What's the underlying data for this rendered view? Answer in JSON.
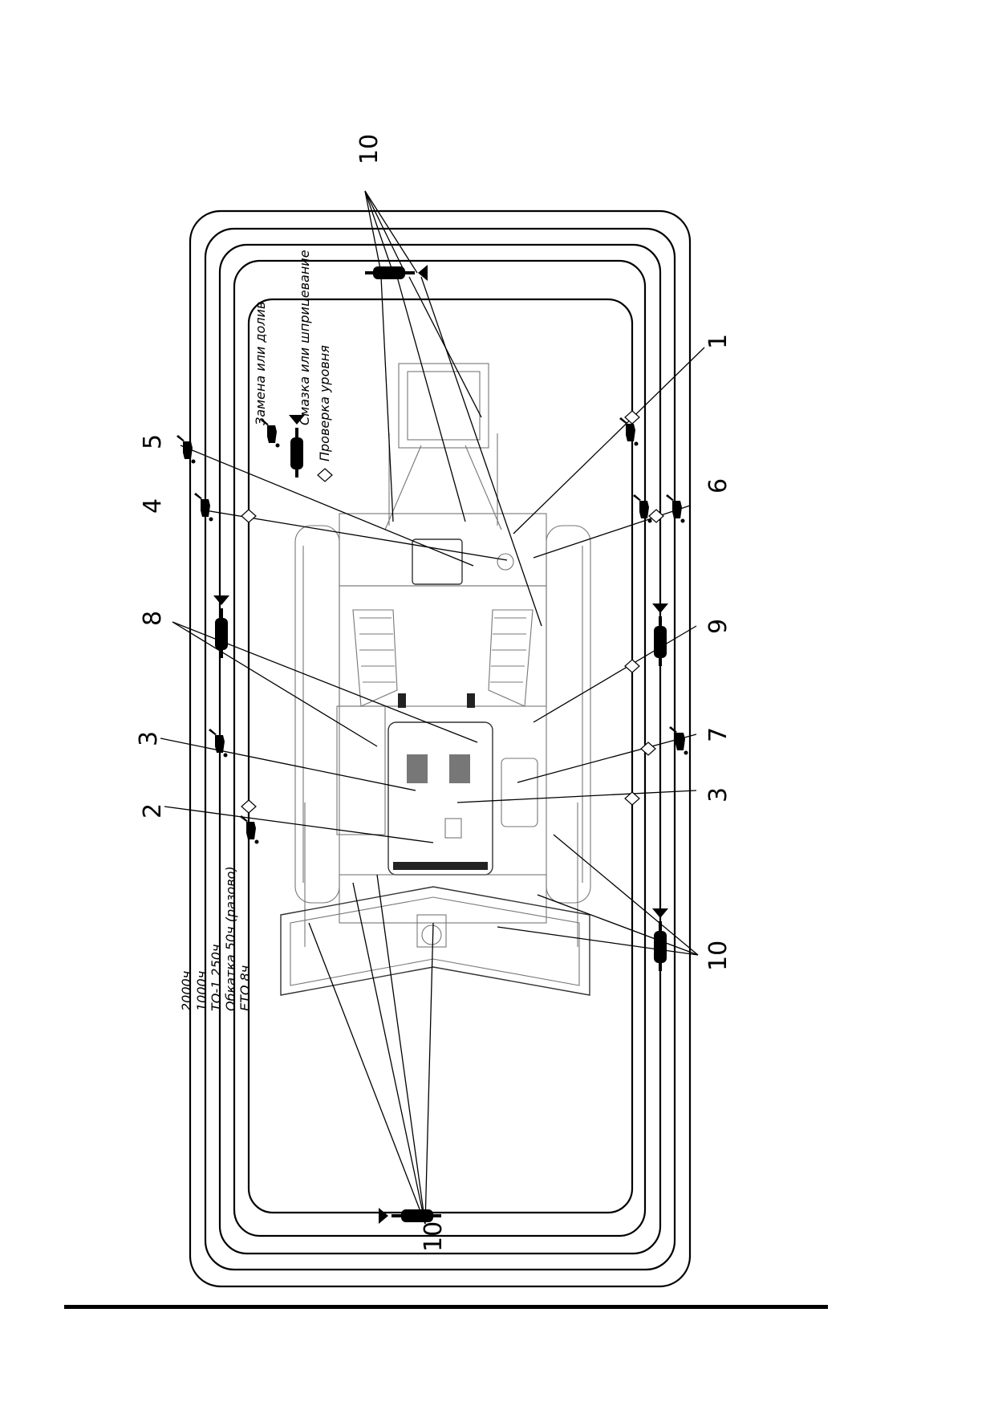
{
  "schedule_labels": {
    "h2000": "2000ч",
    "h1000": "1000ч",
    "to1": "ТО-1 250ч",
    "runin": "Обкатка 50ч (разово)",
    "eto": "ЕТО 8ч"
  },
  "legend": {
    "replace": "Замена или долив",
    "lube": "Смазка или шприцевание",
    "check": "Проверка уровня"
  },
  "callouts": {
    "c1": "1",
    "c2": "2",
    "c3a": "3",
    "c3b": "3",
    "c4": "4",
    "c5": "5",
    "c6": "6",
    "c7": "7",
    "c8": "8",
    "c9": "9",
    "c10top": "10",
    "c10bottom": "10",
    "c10right": "10"
  },
  "icons": {
    "replace": "oil-can-icon",
    "lube": "grease-gun-icon",
    "check": "level-check-diamond-icon"
  }
}
